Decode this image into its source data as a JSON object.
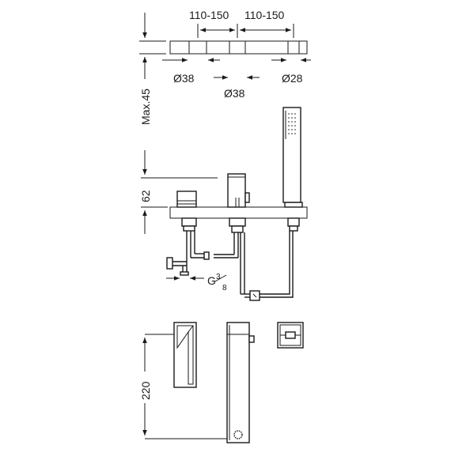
{
  "dimensions": {
    "spacing_left": "110-150",
    "spacing_right": "110-150",
    "max_thickness": "Max.45",
    "hole_left": "Ø38",
    "hole_center": "Ø38",
    "hole_right": "Ø28",
    "height_above_deck": "62",
    "thread_prefix": "G",
    "thread_num": "3",
    "thread_den": "8",
    "spout_length": "220"
  }
}
